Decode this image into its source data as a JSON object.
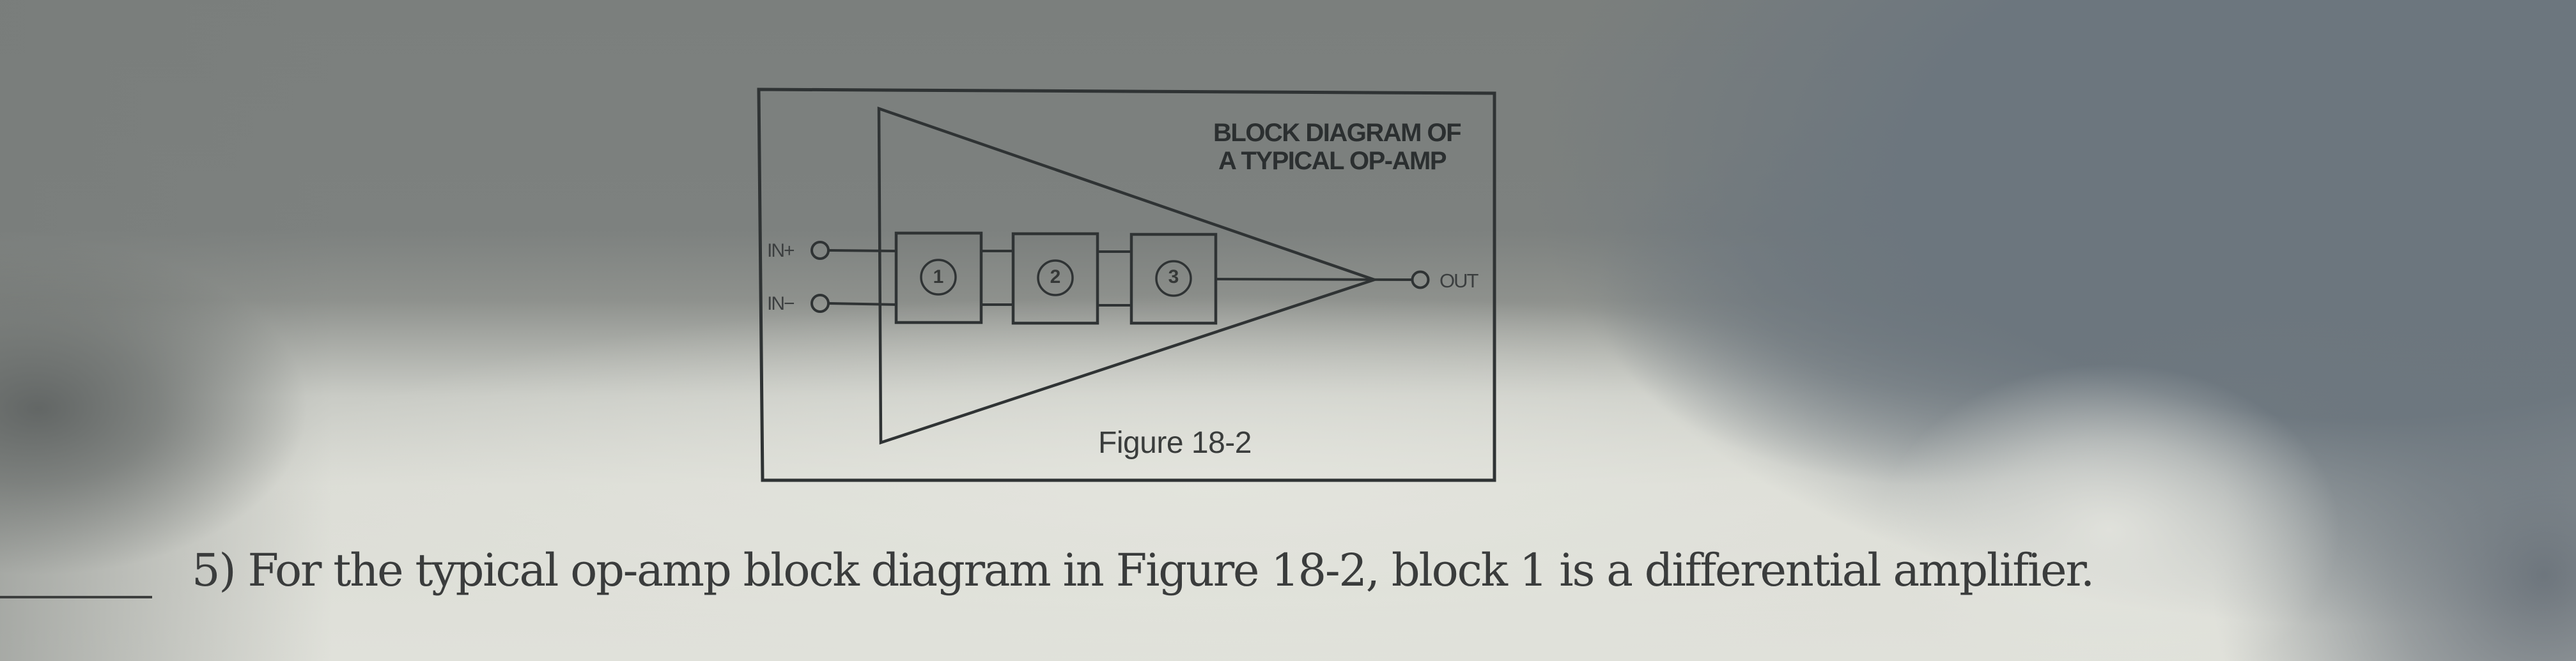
{
  "figure": {
    "title_line1": "BLOCK DIAGRAM OF",
    "title_line2": "A TYPICAL OP-AMP",
    "caption": "Figure 18-2",
    "pins": {
      "in_plus": "IN+",
      "in_minus": "IN−",
      "out": "OUT"
    },
    "blocks": [
      {
        "number": "1"
      },
      {
        "number": "2"
      },
      {
        "number": "3"
      }
    ]
  },
  "question": {
    "number": "5)",
    "text": "5) For the typical op-amp block diagram in Figure 18-2, block 1 is a differential amplifier.",
    "answer_blank": ""
  },
  "colors": {
    "ink": "#2e3233",
    "paper_light": "#dcddd6",
    "shadow_gray": "#7b7f7d",
    "shadow_blue_gray": "#6c767e"
  }
}
